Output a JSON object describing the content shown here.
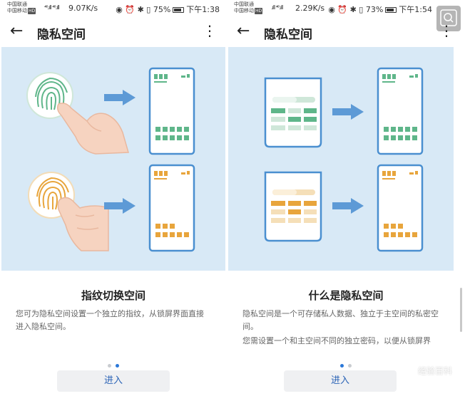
{
  "left": {
    "status": {
      "carrier1": "中国联通",
      "carrier2": "中国移动",
      "hd": "HD",
      "signal": "⁴⁶.ıll ⁴⁶.ıll",
      "speed": "9.07K/s",
      "battery_percent": "75%",
      "time": "下午1:38"
    },
    "appbar": {
      "title": "隐私空间"
    },
    "heading": "指纹切换空间",
    "description": [
      "您可为隐私空间设置一个独立的指纹，从锁屏界面直接进入隐私空间。"
    ],
    "page_indicator": {
      "count": 2,
      "active": 2
    },
    "enter_label": "进入"
  },
  "right": {
    "status": {
      "signal": ".ıll ⁴⁶.ıll",
      "speed": "2.29K/s",
      "battery_percent": "73%",
      "time": "下午1:54"
    },
    "appbar": {
      "title": "隐私空间"
    },
    "heading": "什么是隐私空间",
    "description": [
      "隐私空间是一个可存储私人数据、独立于主空间的私密空间。",
      "您需设置一个和主空间不同的独立密码，以便从锁屏界"
    ],
    "page_indicator": {
      "count": 2,
      "active": 1
    },
    "enter_label": "进入",
    "watermark": "经验百科"
  },
  "colors": {
    "illustration_bg": "#d8e9f6",
    "phone_frame": "#4a8fd0",
    "green": "#5fb68a",
    "orange": "#e8a53c",
    "arrow": "#5d9ad6",
    "accent": "#2b78d9"
  }
}
